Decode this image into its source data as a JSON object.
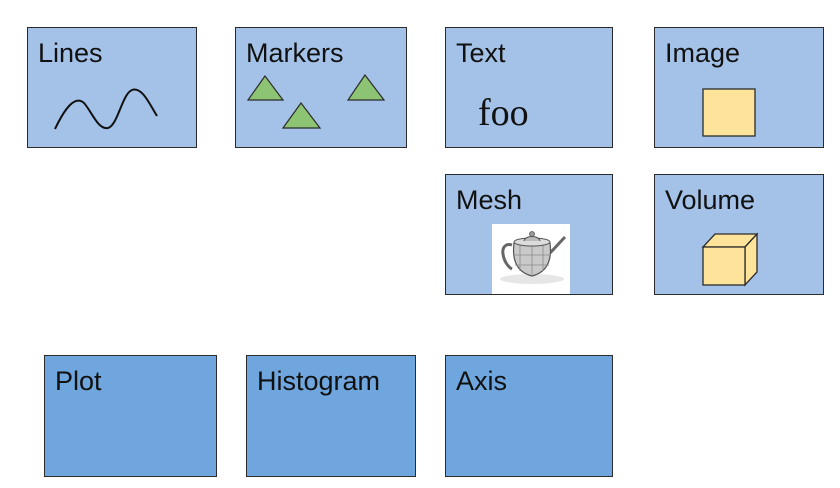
{
  "row1": [
    {
      "id": "lines",
      "label": "Lines"
    },
    {
      "id": "markers",
      "label": "Markers"
    },
    {
      "id": "text",
      "label": "Text",
      "sample_text": "foo"
    },
    {
      "id": "image",
      "label": "Image"
    }
  ],
  "row2": [
    {
      "id": "mesh",
      "label": "Mesh"
    },
    {
      "id": "volume",
      "label": "Volume"
    }
  ],
  "row3": [
    {
      "id": "plot",
      "label": "Plot"
    },
    {
      "id": "histogram",
      "label": "Histogram"
    },
    {
      "id": "axis",
      "label": "Axis"
    }
  ],
  "colors": {
    "light_card": "#a4c2e8",
    "dark_card": "#6fa6dd",
    "marker_fill": "#8dc473",
    "image_fill": "#fde49a"
  },
  "icons": {
    "lines": "sine-wave-icon",
    "markers": "triangle-markers-icon",
    "image": "square-image-icon",
    "mesh": "teapot-mesh-icon",
    "volume": "cube-icon"
  }
}
